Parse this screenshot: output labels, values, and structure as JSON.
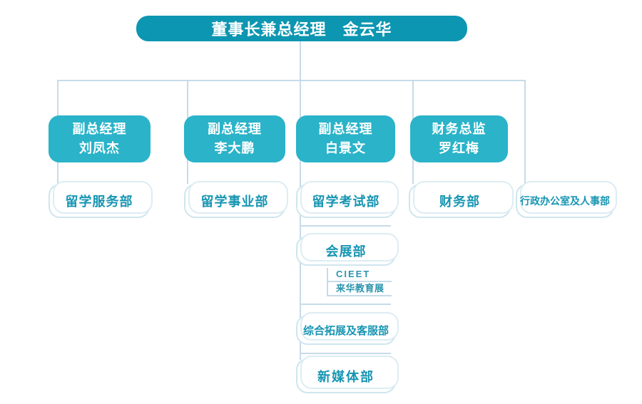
{
  "org_chart": {
    "root": {
      "label": "董事长兼总经理　金云华"
    },
    "executives": [
      {
        "title": "副总经理",
        "name": "刘凤杰"
      },
      {
        "title": "副总经理",
        "name": "李大鹏"
      },
      {
        "title": "副总经理",
        "name": "白景文"
      },
      {
        "title": "财务总监",
        "name": "罗红梅"
      }
    ],
    "departments": [
      "留学服务部",
      "留学事业部",
      "留学考试部",
      "财务部",
      "行政办公室及人事部"
    ],
    "sub_departments": [
      "会展部",
      "综合拓展及客服部",
      "新媒体部"
    ],
    "cieet": {
      "line1": "CIEET",
      "line2": "来华教育展"
    }
  },
  "colors": {
    "root_box": "#0d96b1",
    "exec_box": "#2ab3c9",
    "dept_text": "#1795b2",
    "dept_border": "#cfe6ee",
    "connector": "#c6dbe9",
    "background": "#ffffff"
  }
}
